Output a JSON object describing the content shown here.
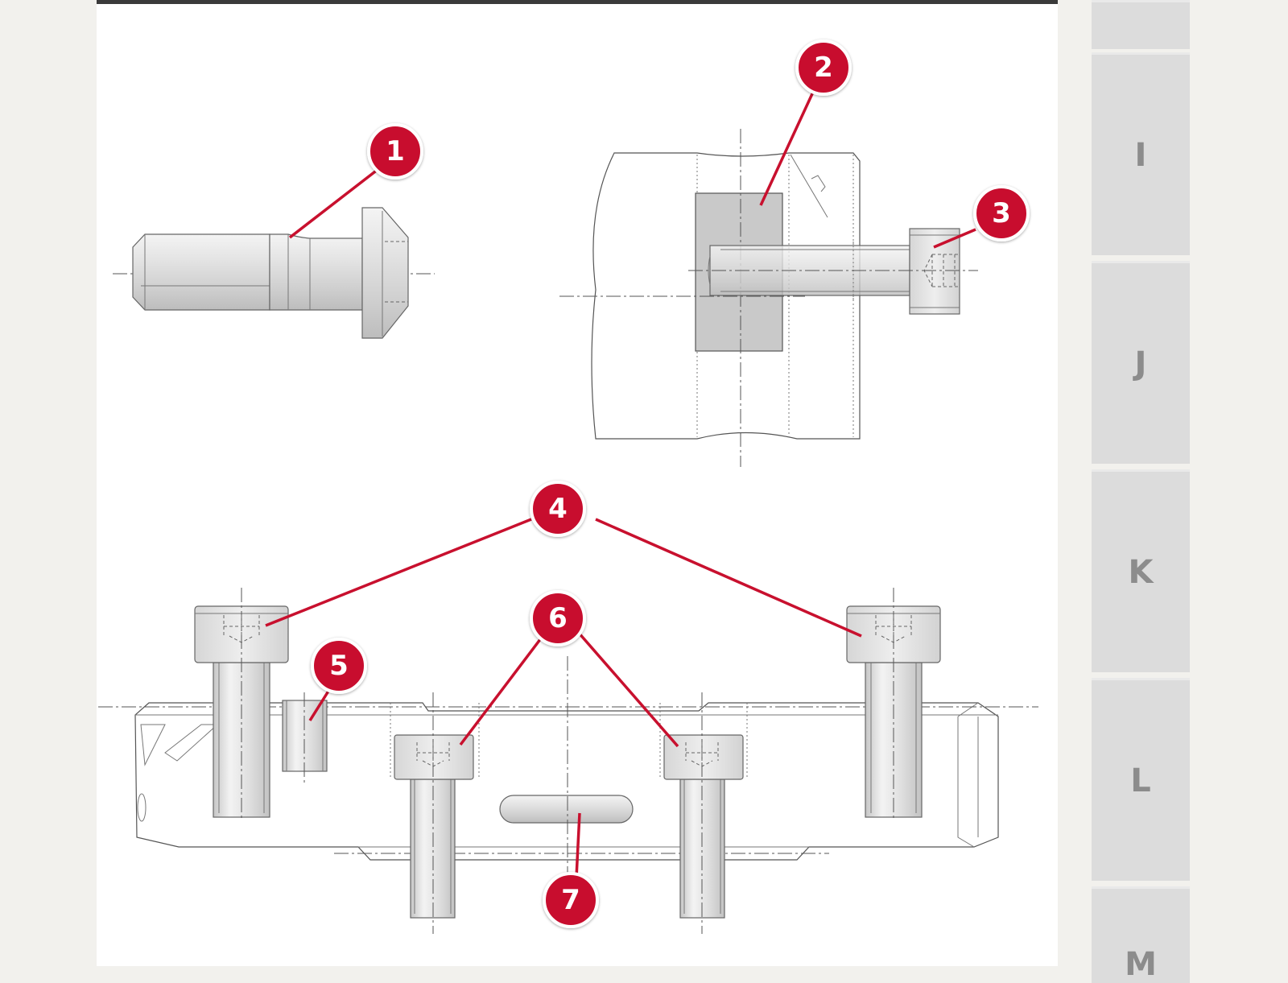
{
  "index_tabs": [
    "I",
    "J",
    "K",
    "L",
    "M"
  ],
  "callouts": [
    "1",
    "2",
    "3",
    "4",
    "5",
    "6",
    "7"
  ],
  "colors": {
    "callout": "#c8102e",
    "page_background": "#f2f1ed",
    "paper": "#ffffff",
    "tab_fill": "#dcdcdc",
    "tab_text": "#8c8c8c",
    "block_fill": "#c9c9c9"
  }
}
